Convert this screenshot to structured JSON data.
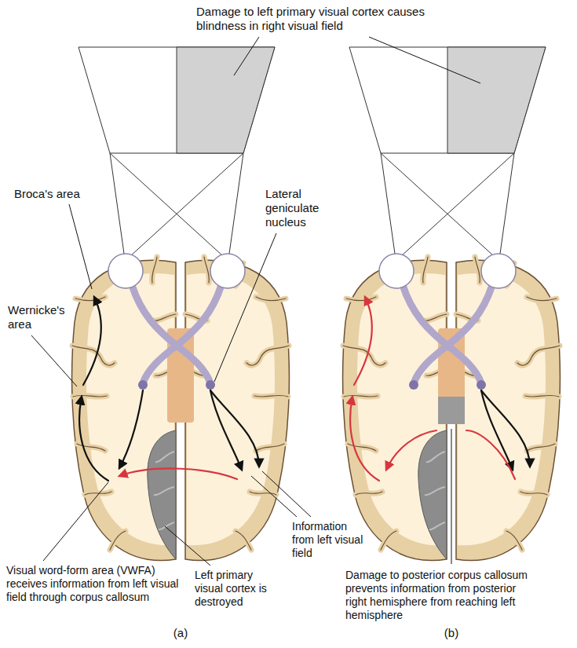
{
  "diagram": {
    "labels": [
      "Damage to left primary visual cortex causes blindness in right visual field",
      "Broca's area",
      "Lateral geniculate nucleus",
      "Wernicke's area",
      "Information from left visual field",
      "Visual word-form area (VWFA) receives information from left visual field through corpus callosum",
      "Left primary visual cortex is destroyed",
      "(a)",
      "Damage to posterior corpus callosum prevents information from posterior right hemisphere from reaching left hemisphere",
      "(b)"
    ]
  }
}
